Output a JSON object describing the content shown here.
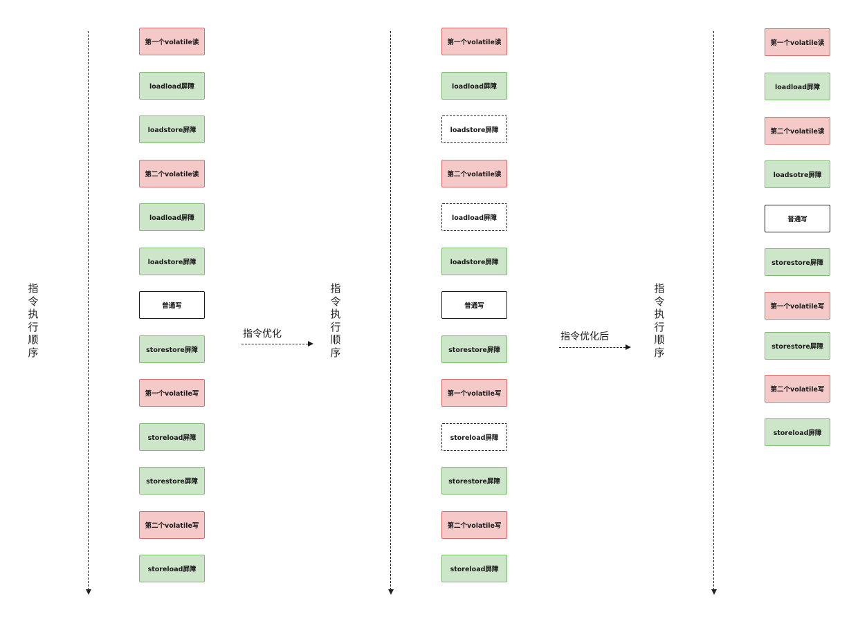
{
  "order_label": "指令执行顺序",
  "columns": [
    {
      "boxes": [
        {
          "text": "第一个volatile读",
          "kind": "red"
        },
        {
          "text": "loadload屏障",
          "kind": "green"
        },
        {
          "text": "loadstore屏障",
          "kind": "green"
        },
        {
          "text": "第二个volatile读",
          "kind": "red"
        },
        {
          "text": "loadload屏障",
          "kind": "green"
        },
        {
          "text": "loadstore屏障",
          "kind": "green"
        },
        {
          "text": "普通写",
          "kind": "plain"
        },
        {
          "text": "storestore屏障",
          "kind": "green"
        },
        {
          "text": "第一个volatile写",
          "kind": "red"
        },
        {
          "text": "storeload屏障",
          "kind": "green"
        },
        {
          "text": "storestore屏障",
          "kind": "green"
        },
        {
          "text": "第二个volatile写",
          "kind": "red"
        },
        {
          "text": "storeload屏障",
          "kind": "green"
        }
      ]
    },
    {
      "boxes": [
        {
          "text": "第一个volatile读",
          "kind": "red"
        },
        {
          "text": "loadload屏障",
          "kind": "green"
        },
        {
          "text": "loadstore屏障",
          "kind": "dashed"
        },
        {
          "text": "第二个volatile读",
          "kind": "red"
        },
        {
          "text": "loadload屏障",
          "kind": "dashed"
        },
        {
          "text": "loadstore屏障",
          "kind": "green"
        },
        {
          "text": "普通写",
          "kind": "plain"
        },
        {
          "text": "storestore屏障",
          "kind": "green"
        },
        {
          "text": "第一个volatile写",
          "kind": "red"
        },
        {
          "text": "storeload屏障",
          "kind": "dashed"
        },
        {
          "text": "storestore屏障",
          "kind": "green"
        },
        {
          "text": "第二个volatile写",
          "kind": "red"
        },
        {
          "text": "storeload屏障",
          "kind": "green"
        }
      ]
    },
    {
      "boxes": [
        {
          "text": "第一个volatile读",
          "kind": "red"
        },
        {
          "text": "loadload屏障",
          "kind": "green"
        },
        {
          "text": "第二个volatile读",
          "kind": "red"
        },
        {
          "text": "loadsotre屏障",
          "kind": "green"
        },
        {
          "text": "普通写",
          "kind": "plain"
        },
        {
          "text": "storestore屏障",
          "kind": "green"
        },
        {
          "text": "第一个volatile写",
          "kind": "red"
        },
        {
          "text": "storestore屏障",
          "kind": "green"
        },
        {
          "text": "第二个volatile写",
          "kind": "red"
        },
        {
          "text": "storeload屏障",
          "kind": "green"
        }
      ]
    }
  ],
  "steps": [
    {
      "label": "指令优化"
    },
    {
      "label": "指令优化后"
    }
  ]
}
